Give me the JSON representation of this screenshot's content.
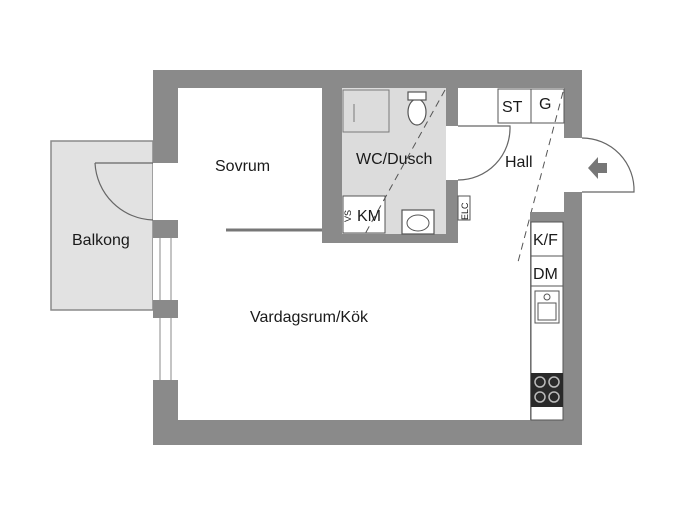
{
  "rooms": {
    "sovrum": "Sovrum",
    "wc": "WC/Dusch",
    "hall": "Hall",
    "balkong": "Balkong",
    "vardagsrum": "Vardagsrum/Kök"
  },
  "fixtures": {
    "st": "ST",
    "g": "G",
    "km": "KM",
    "vs": "VS",
    "elc": "ELC",
    "kf": "K/F",
    "dm": "DM"
  },
  "colors": {
    "wall": "#8a8a8a",
    "wall_dark": "#6f6f6f",
    "balcony": "#e2e2e2",
    "wc_floor": "#dcdcdc",
    "line": "#555555"
  },
  "icons": {
    "entrance": "arrow-left-icon"
  }
}
